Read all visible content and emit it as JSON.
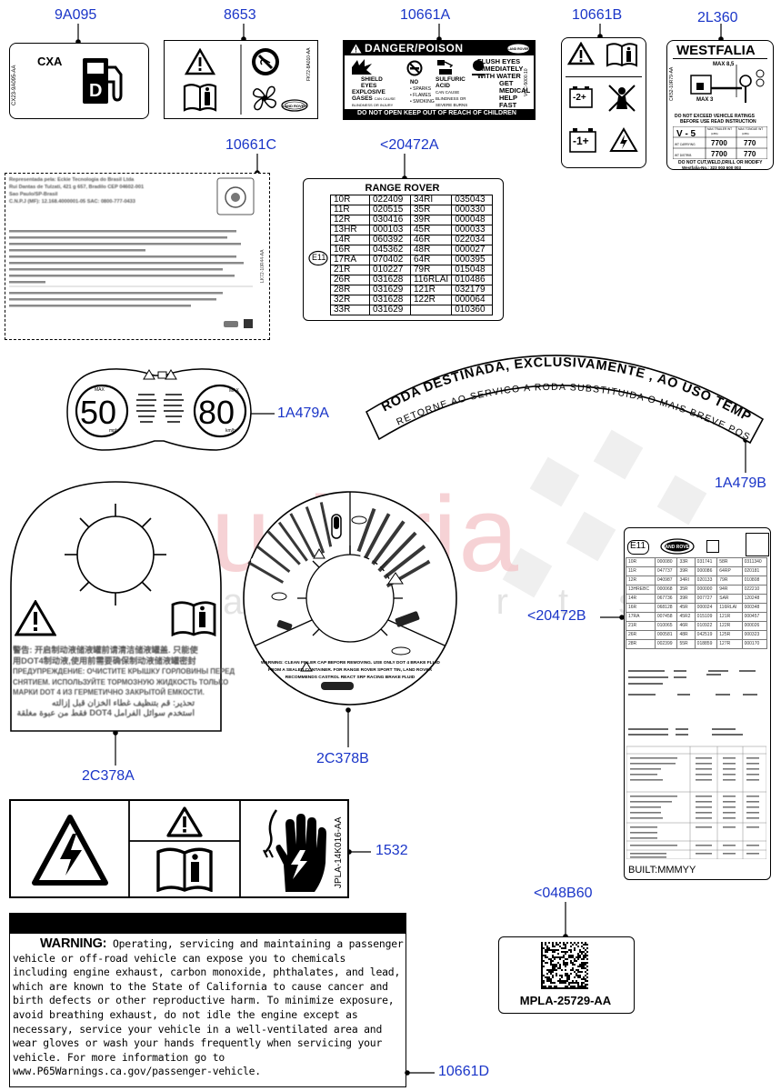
{
  "callouts": {
    "c9a095": "9A095",
    "c8653": "8653",
    "c10661a": "10661A",
    "c10661b": "10661B",
    "c2l360": "2L360",
    "c10661c": "10661C",
    "c20472a": "<20472A",
    "c1a479a": "1A479A",
    "c1a479b": "1A479B",
    "c20472b": "<20472B",
    "c2c378a": "2C378A",
    "c2c378b": "2C378B",
    "c1532": "1532",
    "c048b60": "<048B60",
    "c10661d": "10661D"
  },
  "label_9a095": {
    "title": "CXA",
    "code": "CX23-9A095-AA"
  },
  "label_8653": {
    "code": "FK72-8A010-AA"
  },
  "label_10661a": {
    "header": "DANGER/POISON",
    "col1": [
      "SHIELD",
      "EYES",
      "EXPLOSIVE",
      "GASES",
      "CAN CAUSE",
      "BLINDNESS OR INJURY"
    ],
    "col2": [
      "NO",
      "SPARKS",
      "FLAMES",
      "SMOKING"
    ],
    "col3": [
      "SULFURIC",
      "ACID",
      "CAN CAUSE",
      "BLINDNESS OR",
      "SEVERE BURNS"
    ],
    "col4": [
      "FLUSH EYES",
      "IMMEDIATELY",
      "WITH WATER",
      "GET",
      "MEDICAL",
      "HELP",
      "FAST"
    ],
    "footer": "DO NOT OPEN KEEP OUT OF REACH OF CHILDREN",
    "side": "VOC-5000.10"
  },
  "label_10661b": {
    "minus": "-2+",
    "plus": "-1+"
  },
  "label_2l360": {
    "brand": "WESTFALIA",
    "max_s": "MAX 8,5",
    "max_3": "MAX 3",
    "side": "CK52-10R79-AA",
    "warning1": "DO NOT EXCEED VEHICLE RATINGS",
    "warning2": "BEFORE USE READ INSTRUCTION",
    "col_a": "MAX TRAILER WT",
    "col_b": "MAX TONGUE WT",
    "unit_a": "(LBS)",
    "unit_b": "(LBS)",
    "grade": "V - 5",
    "row1_label": "WT CARRYING",
    "row1_a": "7700",
    "row1_b": "770",
    "row2_label": "WT DISTRIB",
    "row2_a": "7700",
    "row2_b": "770",
    "footer1": "DO NOT CUT,WELD,DRILL OR MODIFY",
    "footer2": "Westfalia-No.: 323 003 600 003"
  },
  "label_10661c": {
    "lines": [
      "Representada pela: Eckie Tecnologia do Brasil Ltda",
      "Rui Dantas de Tulzati, 421 g 657, Bradilo CEP 04602-001",
      "Sao Paulo/SP-Brasil",
      "C.N.P.J (MF): 12.168.4000001-05 SAC: 0800-777-0433"
    ],
    "side": "LK72-10R44-AA"
  },
  "label_20472a": {
    "title": "RANGE ROVER",
    "rows": [
      [
        "10R",
        "022409",
        "34RI",
        "035043"
      ],
      [
        "11R",
        "020515",
        "35R",
        "000330"
      ],
      [
        "12R",
        "030416",
        "39R",
        "000048"
      ],
      [
        "13HR",
        "000103",
        "45R",
        "000033"
      ],
      [
        "14R",
        "060392",
        "46R",
        "022034"
      ],
      [
        "16R",
        "045362",
        "48R",
        "000027"
      ],
      [
        "17RA",
        "070402",
        "64R",
        "000395"
      ],
      [
        "21R",
        "010227",
        "79R",
        "015048"
      ],
      [
        "26R",
        "031628",
        "116RLAI",
        "010486"
      ],
      [
        "28R",
        "031629",
        "121R",
        "032179"
      ],
      [
        "32R",
        "031628",
        "122R",
        "000064"
      ],
      [
        "33R",
        "031629",
        "",
        "010360"
      ]
    ],
    "e_mark": "E11"
  },
  "label_1a479a": {
    "speed1": "50",
    "speed2": "80",
    "unit1": "mph",
    "unit2": "km/h",
    "max": "MAX"
  },
  "label_1a479b": {
    "line1": "RODA DESTINADA, EXCLUSIVAMENTE , AO USO TEMPORARIO",
    "line2": "RETORNE AO SERVICO A RODA SUBSTITUIDA O MAIS BREVE POSSIVEL"
  },
  "label_2c378b": {
    "warning": [
      "WARNING: CLEAN FILLER CAP BEFORE REMOVING. USE ONLY DOT 4 BRAKE FLUID",
      "FROM A SEALED CONTAINER. FOR RANGE ROVER SPORT TIN, LAND ROVER",
      "RECOMMENDS CASTROL REACT SRF RACING BRAKE FLUID"
    ]
  },
  "label_2c378a": {
    "lines": [
      "警告: 开启制动液储液罐前请清洁储液罐盖. 只能使",
      "用DOT4制动液,使用前需要确保制动液储液罐密封",
      "ПРЕДУПРЕЖДЕНИЕ: ОЧИСТИТЕ КРЫШКУ ГОРЛОВИНЫ ПЕРЕД",
      "СНЯТИЕМ. ИСПОЛЬЗУЙТЕ ТОРМОЗНУЮ ЖИДКОСТЬ ТОЛЬКО",
      "МАРКИ DOT 4 ИЗ ГЕРМЕТИЧНО ЗАКРЫТОЙ ЕМКОСТИ.",
      "تحذير: قم بتنظيف غطاء الخزان قبل إزالته",
      "استخدم سوائل الفرامل DOT4 فقط من عبوة مغلقة"
    ]
  },
  "label_20472b": {
    "e_mark": "E11",
    "built": "BUILT:MMMYY",
    "rows": [
      [
        "10R",
        "000080",
        "33R",
        "031741",
        "58R",
        "0311340"
      ],
      [
        "11R",
        "047737",
        "39R",
        "000086",
        "64RP",
        "020181"
      ],
      [
        "12R",
        "040987",
        "34RI",
        "020133",
        "79R",
        "010808"
      ],
      [
        "13HREBC",
        "000068",
        "35R",
        "000000",
        "94R",
        "022210"
      ],
      [
        "14R",
        "067736",
        "39R",
        "007727",
        "SAR",
        "120248"
      ],
      [
        "16R",
        "068128",
        "45R",
        "000024",
        "116RLAI",
        "000348"
      ],
      [
        "17RA",
        "007458",
        "45R2",
        "015109",
        "121R",
        "000457"
      ],
      [
        "21R",
        "010065",
        "46R",
        "010922",
        "122R",
        "000026"
      ],
      [
        "26R",
        "000581",
        "48R",
        "042519",
        "125R",
        "000323"
      ],
      [
        "28R",
        "002399",
        "55R",
        "018859",
        "127R",
        "000170"
      ]
    ]
  },
  "label_1532": {
    "side": "JPLA-14K016-AA"
  },
  "label_048b60": {
    "code": "MPLA-25729-AA"
  },
  "label_10661d": {
    "heading": "WARNING:",
    "text": "Operating, servicing and maintaining a passenger vehicle or off-road vehicle can expose you to chemicals including engine exhaust, carbon monoxide, phthalates, and lead, which are known to the State of California to cause cancer and birth defects or other reproductive harm. To minimize exposure, avoid breathing exhaust, do not idle the engine except as necessary, service your vehicle in a well-ventilated area and wear gloves or wash your hands frequently when servicing your vehicle. For more information go to www.P65Warnings.ca.gov/passenger-vehicle."
  },
  "watermark": {
    "main": "scuderia",
    "sub": "c a r p a r t s"
  },
  "colors": {
    "callout": "#1a35c8",
    "watermark": "#f2b8bc"
  }
}
